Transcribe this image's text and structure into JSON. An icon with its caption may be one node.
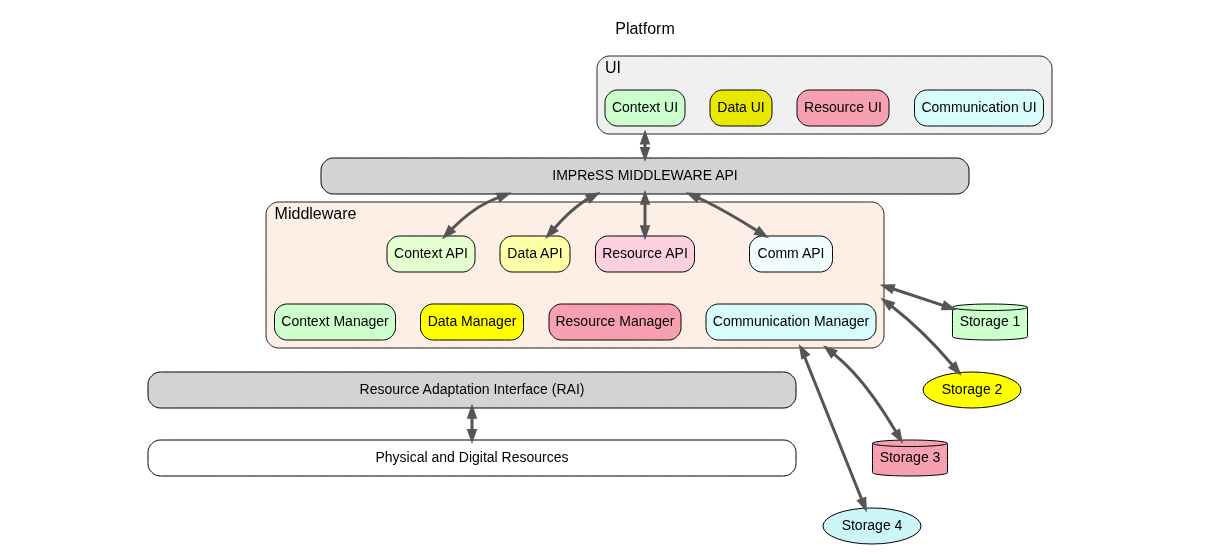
{
  "diagram": {
    "nodes": [
      {
        "text": [
          "UI"
        ]
      },
      {
        "text": [
          "Context UI"
        ],
        "in": 0
      },
      {
        "text": [
          "Data UI"
        ],
        "in": 0
      },
      {
        "text": [
          "Resource UI"
        ],
        "in": 0
      },
      {
        "text": [
          "Communication UI"
        ],
        "in": 0
      },
      {
        "text": [
          "IMPReSS MIDDLEWARE API"
        ]
      },
      {
        "text": [
          "Middleware"
        ]
      },
      {
        "text": [
          "Context API"
        ],
        "in": 6
      },
      {
        "text": [
          "Context Manager"
        ],
        "in": 6
      },
      {
        "text": [
          "Data API"
        ],
        "in": 6
      },
      {
        "text": [
          "Data Manager"
        ],
        "in": 6
      },
      {
        "text": [
          "Resource API"
        ],
        "in": 6
      },
      {
        "text": [
          "Resource Manager"
        ],
        "in": 6
      },
      {
        "text": [
          "Comm API"
        ],
        "in": 6
      },
      {
        "text": [
          "Communication Manager"
        ],
        "in": 6
      },
      {
        "text": [
          "Resource Adaptation Interface (RAI)"
        ]
      },
      {
        "text": [
          "Physical and Digital Resources"
        ]
      },
      {
        "text": [
          "Storage 1"
        ]
      },
      {
        "text": [
          "Storage 2"
        ]
      },
      {
        "text": [
          "Storage 3"
        ]
      },
      {
        "text": [
          "Storage 4"
        ]
      }
    ],
    "edges": [
      {
        "from": 0,
        "to": 5,
        "arrow": "both"
      },
      {
        "from": 5,
        "to": 7,
        "arrow": "both"
      },
      {
        "from": 5,
        "to": 9,
        "arrow": "both"
      },
      {
        "from": 5,
        "to": 11,
        "arrow": "both"
      },
      {
        "from": 5,
        "to": 13,
        "arrow": "both"
      },
      {
        "from": 6,
        "to": 17,
        "arrow": "both"
      },
      {
        "from": 6,
        "to": 18,
        "arrow": "both"
      },
      {
        "from": 6,
        "to": 19,
        "arrow": "both"
      },
      {
        "from": 6,
        "to": 20,
        "arrow": "both"
      },
      {
        "from": 15,
        "to": 16,
        "arrow": "both"
      }
    ],
    "labels": [
      "Platform"
    ]
  }
}
